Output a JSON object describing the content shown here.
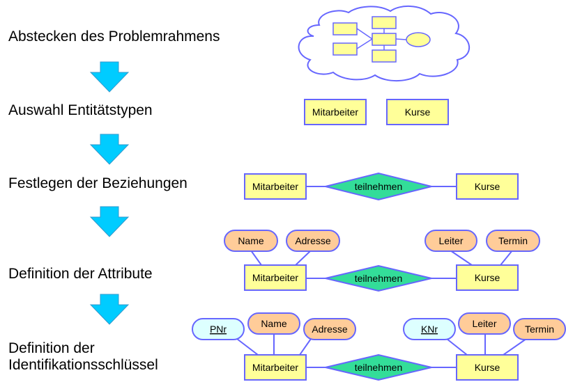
{
  "steps": [
    {
      "label": "Abstecken des Problemrahmens"
    },
    {
      "label": "Auswahl Entitätstypen"
    },
    {
      "label": "Festlegen der Beziehungen"
    },
    {
      "label": "Definition der Attribute"
    },
    {
      "label_lines": [
        "Definition der",
        "Identifikationsschlüssel"
      ]
    }
  ],
  "diagram": {
    "entity_mitarbeiter": "Mitarbeiter",
    "entity_kurse": "Kurse",
    "relationship": "teilnehmen",
    "attr_name": "Name",
    "attr_adresse": "Adresse",
    "attr_leiter": "Leiter",
    "attr_termin": "Termin",
    "key_pnr": "PNr",
    "key_knr": "KNr"
  },
  "colors": {
    "entity_fill": "#FFFF99",
    "border": "#6666FF",
    "relationship_fill": "#33DD99",
    "attribute_fill": "#FFCC99",
    "key_fill": "#DDFFFF",
    "arrow_fill": "#00CCFF",
    "cloud_fill": "#FFFFFF"
  },
  "icons": {
    "cloud": "cloud-sketch-icon",
    "arrow": "down-arrow-icon"
  }
}
